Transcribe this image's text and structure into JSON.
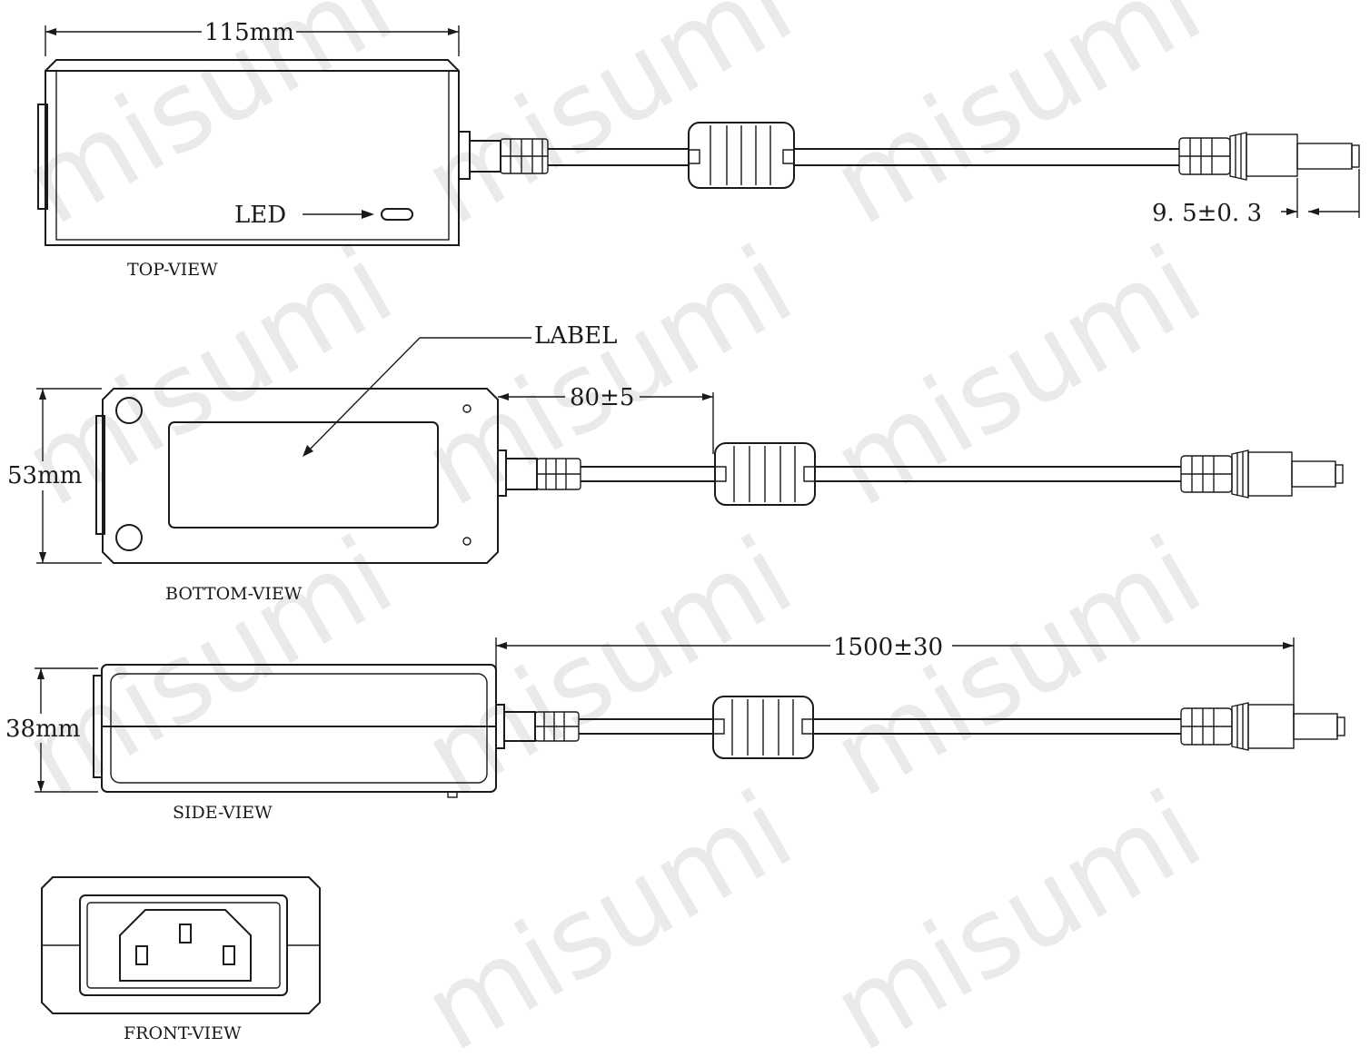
{
  "views": {
    "top": "TOP-VIEW",
    "bottom": "BOTTOM-VIEW",
    "side": "SIDE-VIEW",
    "front": "FRONT-VIEW"
  },
  "dimensions": {
    "length": "115mm",
    "width": "53mm",
    "height": "38mm",
    "ferrite_distance": "80±5",
    "cable_length": "1500±30",
    "plug_length": "9. 5±0. 3"
  },
  "callouts": {
    "led": "LED",
    "label": "LABEL"
  },
  "watermark": "misumi"
}
